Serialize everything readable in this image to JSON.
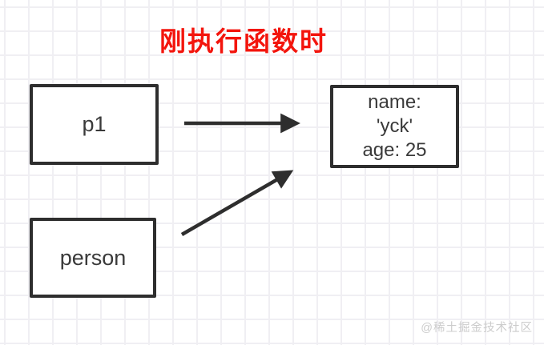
{
  "title": {
    "text": "刚执行函数时"
  },
  "diagram": {
    "p1_box": {
      "label": "p1"
    },
    "person_box": {
      "label": "person"
    },
    "object_box": {
      "line1": "name:",
      "line2": "'yck'",
      "line3": "age: 25"
    }
  },
  "watermark": {
    "text": "@稀土掘金技术社区"
  },
  "colors": {
    "title-red": "#f3150d",
    "ink": "#2e2e2e",
    "grid-line": "#f0eff3",
    "watermark-gray": "#cccccc",
    "canvas-bg": "#ffffff",
    "box-text": "#3a3a3a"
  }
}
